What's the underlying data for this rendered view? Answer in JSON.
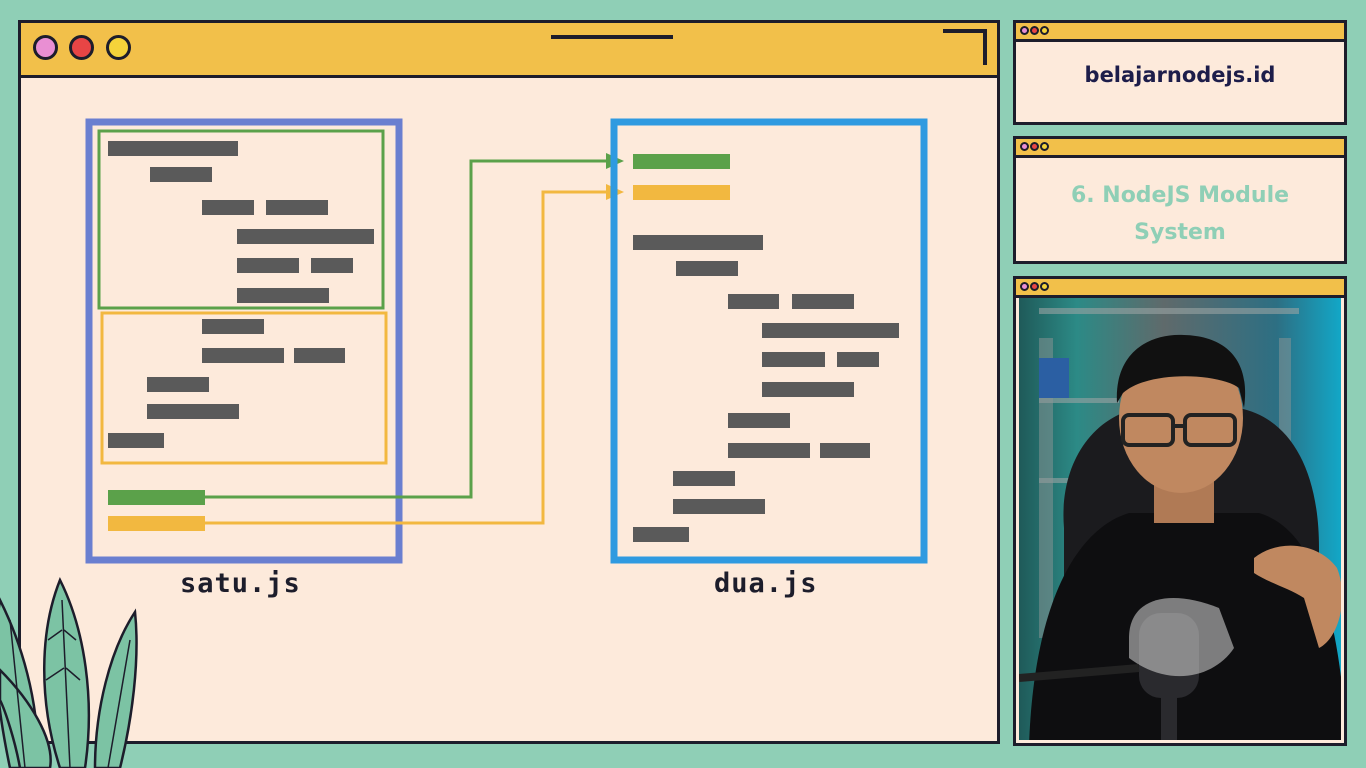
{
  "window": {
    "controls": [
      {
        "name": "pink-dot",
        "color": "#e98fd3"
      },
      {
        "name": "red-dot",
        "color": "#e84545"
      },
      {
        "name": "yellow-dot",
        "color": "#f5d33a"
      }
    ]
  },
  "diagram": {
    "file_left": "satu.js",
    "file_right": "dua.js",
    "colors": {
      "left_box": "#6a7fd0",
      "right_box": "#2f9ae0",
      "green": "#5ba14a",
      "yellow": "#f2b840",
      "code": "#5a5a5a"
    }
  },
  "side": {
    "site_title": "belajarnodejs.id",
    "lesson_title": "6. NodeJS Module System",
    "lesson_color": "#8fcfb6",
    "webcam_label": "presenter-webcam"
  }
}
